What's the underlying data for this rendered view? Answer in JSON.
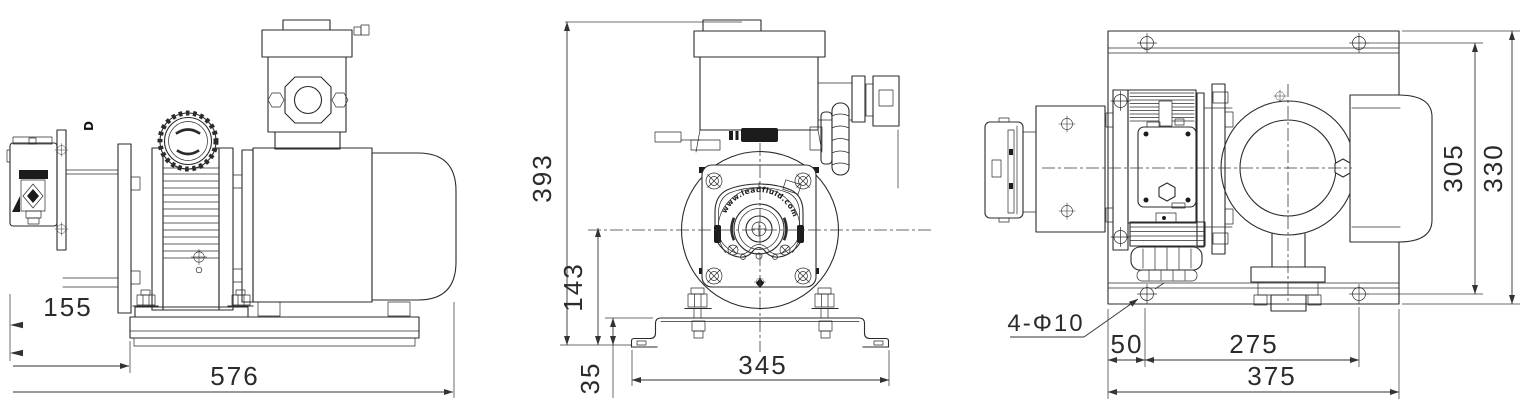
{
  "colors": {
    "line": "#2b2b2b",
    "dimension": "#333333",
    "dark_fill": "#1c1c1c",
    "background": "#ffffff"
  },
  "views": {
    "side": {
      "dim_overhang": "155",
      "dim_overall_length": "576",
      "port_label": "D"
    },
    "front": {
      "dim_overall_height": "393",
      "dim_center_height": "143",
      "dim_foot_height": "35",
      "dim_bracket_width": "345",
      "watermark": "www.leadfluid.com"
    },
    "top": {
      "dim_hole_depth": "305",
      "dim_overall_depth": "330",
      "dim_hole_offset": "50",
      "dim_hole_span": "275",
      "dim_plate_width": "375",
      "holes_callout": "4-Φ10"
    }
  }
}
